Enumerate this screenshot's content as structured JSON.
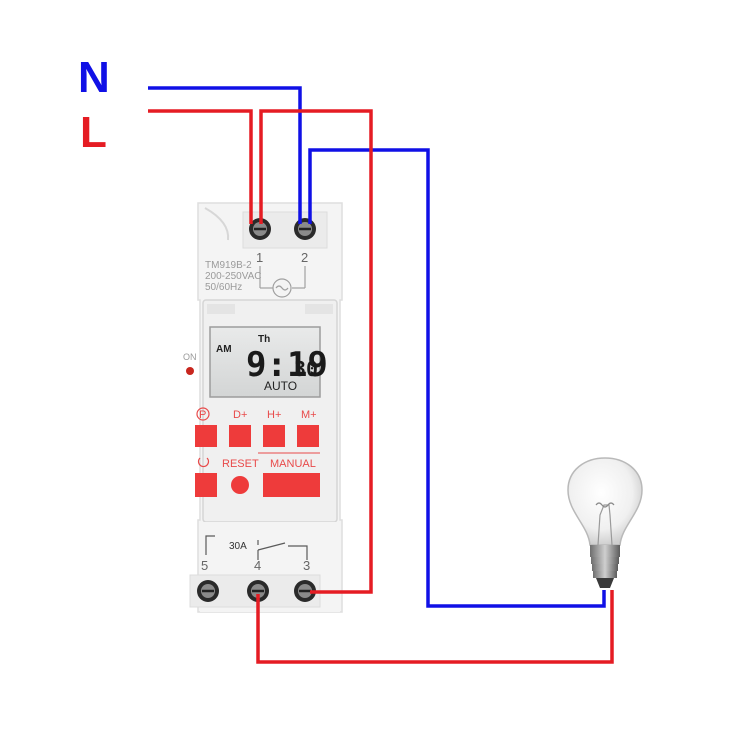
{
  "labels": {
    "neutral": "N",
    "live": "L"
  },
  "colors": {
    "neutral": "#1010e6",
    "live": "#e51c23",
    "button": "#ee3b3b",
    "device": "#f4f4f4"
  },
  "device": {
    "model": "TM919B-2",
    "voltage": "200-250VAC",
    "frequency": "50/60Hz",
    "terminals_top": [
      "1",
      "2"
    ],
    "terminals_bottom": [
      "5",
      "4",
      "3"
    ],
    "relay_rating": "30A",
    "indicator": "ON",
    "display": {
      "meridiem": "AM",
      "day": "Th",
      "time": "9:19",
      "seconds": "30",
      "mode": "AUTO"
    },
    "buttons": {
      "top_row": [
        "P",
        "D+",
        "H+",
        "M+"
      ],
      "bottom_row_labels": [
        "RESET",
        "MANUAL"
      ]
    }
  },
  "load": {
    "icon": "light-bulb-icon"
  }
}
